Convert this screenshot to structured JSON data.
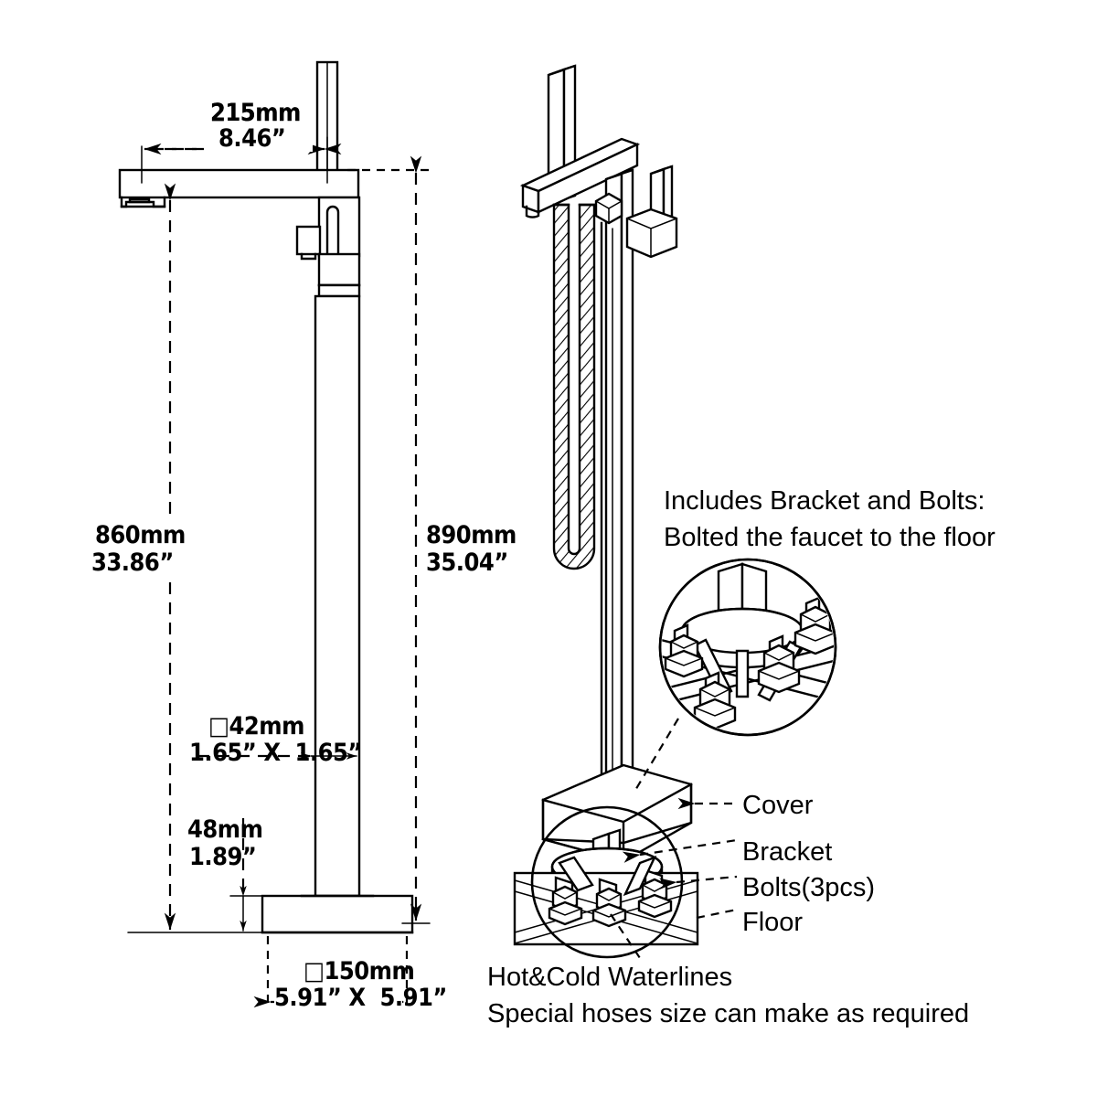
{
  "document": {
    "type": "technical-drawing",
    "title": "Floor mounted tub filler faucet dimension drawing",
    "views": [
      {
        "name": "front-elevation",
        "position": "left"
      },
      {
        "name": "isometric-assembly",
        "position": "right"
      },
      {
        "name": "bracket-detail-circle",
        "position": "right-upper"
      }
    ]
  },
  "dimensions": {
    "spout_reach": {
      "metric": "215mm",
      "imperial": "8.46”"
    },
    "spout_height": {
      "metric": "860mm",
      "imperial": "33.86”"
    },
    "overall_height": {
      "metric": "890mm",
      "imperial": "35.04”"
    },
    "column_section": {
      "metric": "□42mm",
      "imperial": "1.65” X  1.65”"
    },
    "base_height": {
      "metric": "48mm",
      "imperial": "1.89”"
    },
    "base_section": {
      "metric": "□150mm",
      "imperial": "5.91” X  5.91”"
    }
  },
  "notes": {
    "bracket_note_line1": "Includes Bracket and Bolts:",
    "bracket_note_line2": "Bolted the faucet to the floor",
    "hose_note_line1": "Hot&Cold Waterlines",
    "hose_note_line2": "Special hoses size can make as required"
  },
  "callouts": [
    {
      "id": "cover",
      "label": "Cover"
    },
    {
      "id": "bracket",
      "label": "Bracket"
    },
    {
      "id": "bolts",
      "label": "Bolts(3pcs)"
    },
    {
      "id": "floor",
      "label": "Floor"
    }
  ],
  "colors": {
    "line": "#000000",
    "background": "#ffffff",
    "text": "#000000"
  }
}
